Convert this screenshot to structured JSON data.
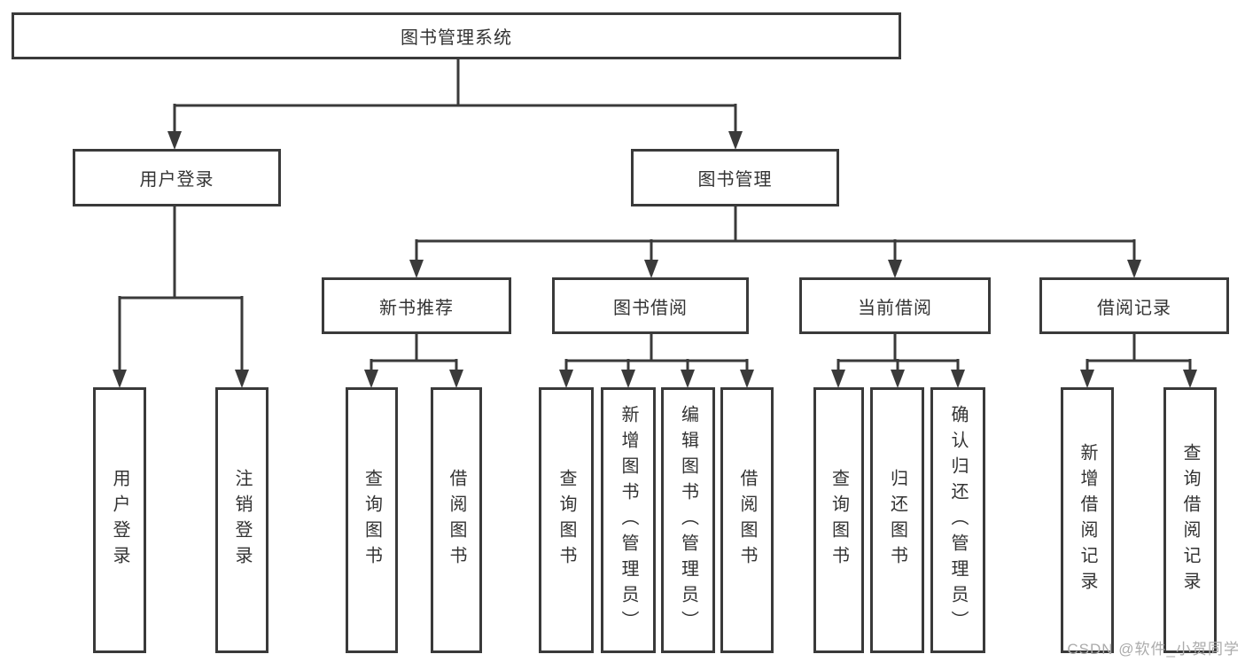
{
  "diagram": {
    "title": "图书管理系统",
    "colors": {
      "line": "#3a3a3a",
      "text": "#333333",
      "background": "#ffffff",
      "watermark": "#ababab"
    },
    "nodes": {
      "root": "图书管理系统",
      "user_login": "用户登录",
      "book_mgmt": "图书管理",
      "new_books": "新书推荐",
      "book_borrow": "图书借阅",
      "current_borrow": "当前借阅",
      "borrow_records": "借阅记录",
      "leaf_user_login": "用户登录",
      "leaf_logout": "注销登录",
      "leaf_nb_query": "查询图书",
      "leaf_nb_borrow": "借阅图书",
      "leaf_bb_query": "查询图书",
      "leaf_bb_add": "新增图书（管理员）",
      "leaf_bb_edit": "编辑图书（管理员）",
      "leaf_bb_borrow": "借阅图书",
      "leaf_cb_query": "查询图书",
      "leaf_cb_return": "归还图书",
      "leaf_cb_confirm": "确认归还（管理员）",
      "leaf_br_add": "新增借阅记录",
      "leaf_br_query": "查询借阅记录"
    },
    "hierarchy_note": "root > [user_login, book_mgmt]; user_login > [leaf_user_login, leaf_logout]; book_mgmt > [new_books, book_borrow, current_borrow, borrow_records]; new_books > [leaf_nb_query, leaf_nb_borrow]; book_borrow > [leaf_bb_query, leaf_bb_add, leaf_bb_edit, leaf_bb_borrow]; current_borrow > [leaf_cb_query, leaf_cb_return, leaf_cb_confirm]; borrow_records > [leaf_br_add, leaf_br_query]"
  },
  "watermark": "CSDN @软件_小贺同学"
}
